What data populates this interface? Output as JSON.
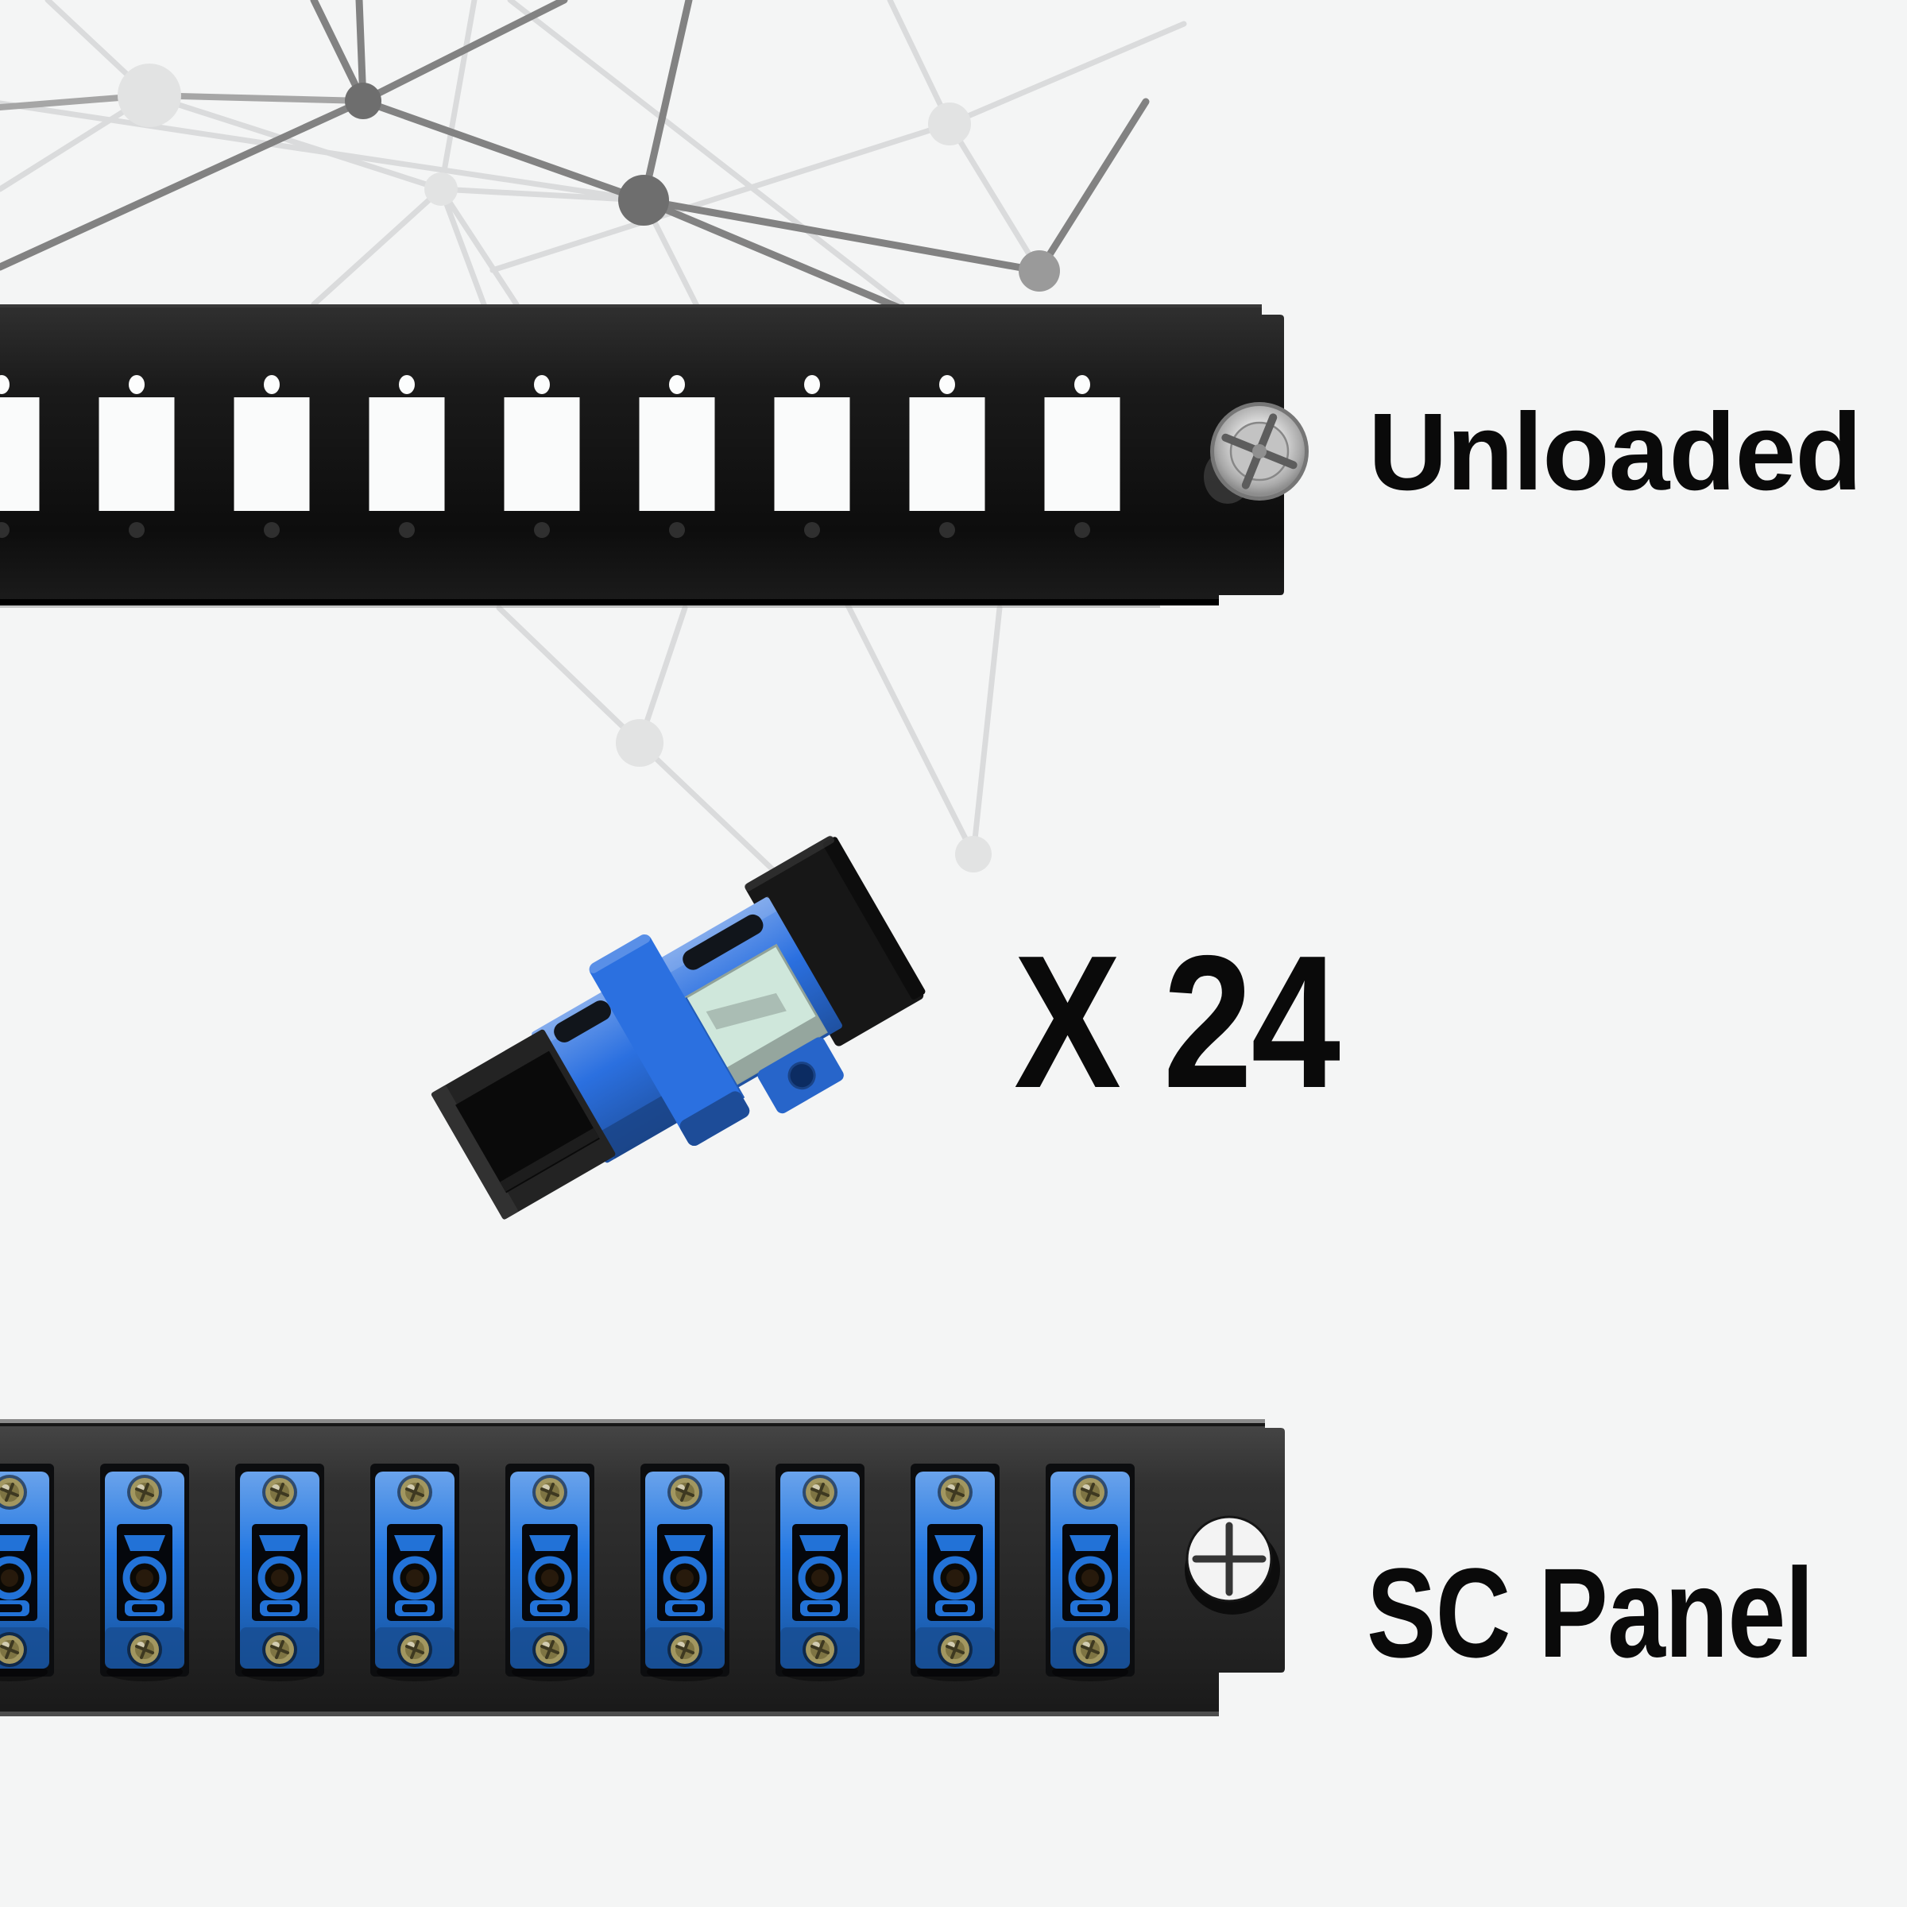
{
  "labels": {
    "unloaded": "Unloaded",
    "quantity": "X 24",
    "sc_panel": "SC Panel"
  },
  "top_panel": {
    "name": "unloaded-adapter-panel",
    "visible_ports": 9
  },
  "adapter": {
    "name": "sc-simplex-fiber-adapter",
    "quantity": 24
  },
  "bottom_panel": {
    "name": "sc-loaded-adapter-panel",
    "visible_adapters": 9
  },
  "colors": {
    "background": "#f4f5f5",
    "net_dark": "#828282",
    "net_mid": "#a6a6a6",
    "net_light": "#dadbdc",
    "node_dark": "#6e6e6e",
    "node_gray": "#9a9a9a",
    "node_light": "#e2e3e3",
    "panel_black": "#161616",
    "panel_dark_gray": "#2c2c2c",
    "cutout_white": "#fafbfb",
    "adapter_blue": "#2b70e0",
    "sc_blue": "#2478e2",
    "latch_mint": "#cfe7db",
    "screw_silver": "#c9c9c9",
    "screw_white": "#f3f3f3",
    "screw_brass": "#9a8e52",
    "text": "#0a0a0a"
  }
}
